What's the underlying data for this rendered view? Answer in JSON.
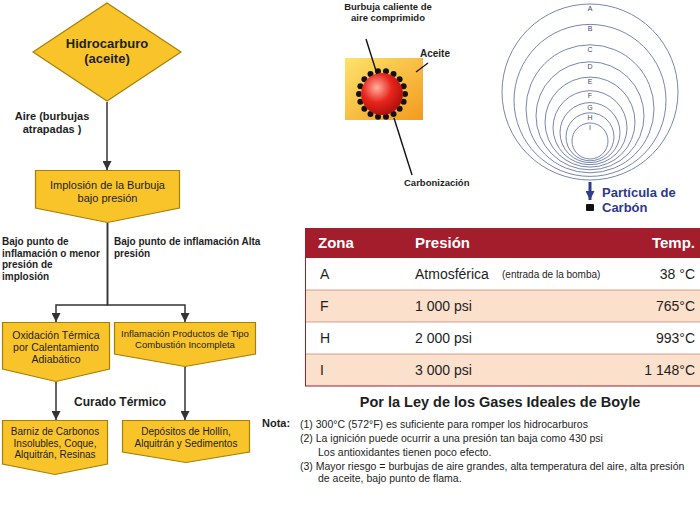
{
  "diagram": {
    "nodes": [
      {
        "text": [
          "Hidrocarburo (aceite)"
        ]
      },
      {
        "text": [
          "Implosión de la Burbuja bajo presión"
        ]
      },
      {
        "text": [
          "Oxidación Térmica por Calentamiento Adiabático"
        ]
      },
      {
        "text": [
          "Inflamación Productos de Tipo Combustión Incompleta"
        ]
      },
      {
        "text": [
          "Barniz de Carbonos Insolubles, Coque, Alquitrán, Resinas"
        ]
      },
      {
        "text": [
          "Depósitos de Hollín, Alquitrán y Sedimentos"
        ]
      }
    ],
    "edges": [
      {
        "from": 0,
        "to": 1,
        "arrow": "to",
        "label": "Aire (burbujas atrapadas )"
      },
      {
        "from": 1,
        "to": 2,
        "arrow": "to",
        "label": "Bajo punto de inflamación o menor presión de implosión"
      },
      {
        "from": 1,
        "to": 3,
        "arrow": "to",
        "label": "Bajo punto de inflamación Alta presión"
      },
      {
        "from": 2,
        "to": 4,
        "arrow": "to"
      },
      {
        "from": 3,
        "to": 5,
        "arrow": "to"
      }
    ],
    "labels": [
      "Burbuja caliente de aire comprimido",
      "Aceite",
      "Carbonización",
      "A",
      "B",
      "C",
      "D",
      "E",
      "F",
      "G",
      "H",
      "I",
      "Partícula de Carbón",
      "Zona",
      "Presión",
      "Temp.",
      "A",
      "Atmosférica",
      "(entrada de la bomba)",
      "38 °C",
      "F",
      "1 000 psi",
      "765°C",
      "H",
      "2 000 psi",
      "993°C",
      "I",
      "3 000 psi",
      "1 148°C",
      "Por la Ley de los Gases Ideales de Boyle",
      "Nota:",
      "(1) 300°C (572°F) es suficiente para romper los hidrocarburos",
      "(2) La ignición puede ocurrir a una presión tan baja como 430 psi",
      "Los antioxidantes tienen poco efecto.",
      "(3) Mayor riesgo = burbujas de aire grandes, alta temperatura del aire, alta presión de aceite, bajo punto de flama.",
      "Curado Térmico"
    ]
  }
}
